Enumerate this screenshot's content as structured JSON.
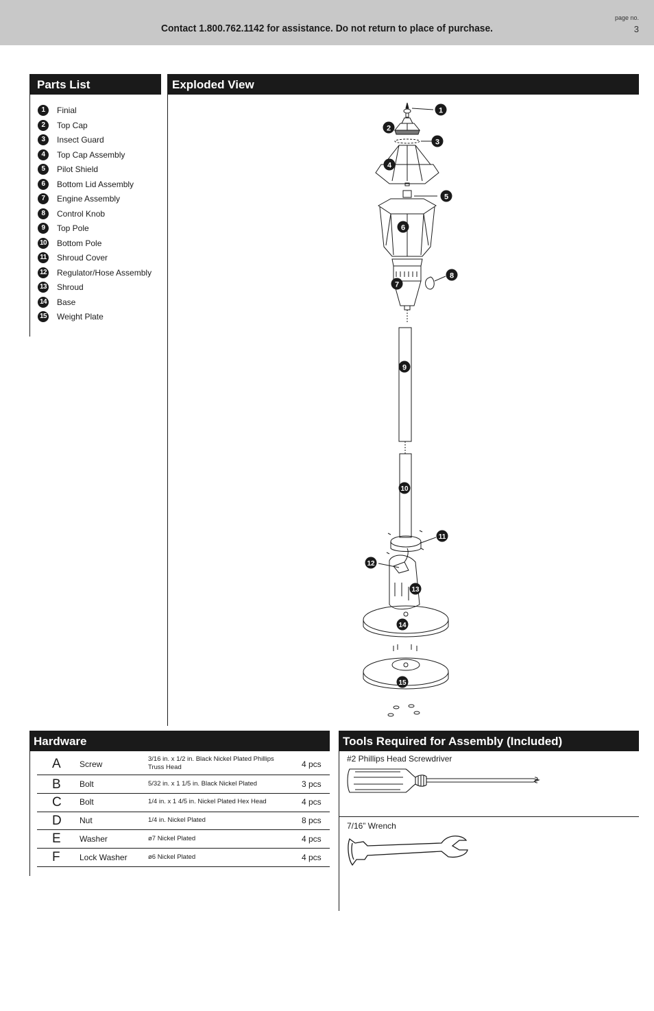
{
  "header": {
    "contact": "Contact 1.800.762.1142 for assistance. Do not return to place of purchase.",
    "page_label": "page no.",
    "page_number": "3"
  },
  "parts_list": {
    "title": "Parts List",
    "items": [
      {
        "number": "1",
        "name": "Finial"
      },
      {
        "number": "2",
        "name": "Top Cap"
      },
      {
        "number": "3",
        "name": "Insect Guard"
      },
      {
        "number": "4",
        "name": "Top Cap Assembly"
      },
      {
        "number": "5",
        "name": "Pilot Shield"
      },
      {
        "number": "6",
        "name": "Bottom Lid Assembly"
      },
      {
        "number": "7",
        "name": "Engine Assembly"
      },
      {
        "number": "8",
        "name": "Control Knob"
      },
      {
        "number": "9",
        "name": "Top Pole"
      },
      {
        "number": "10",
        "name": "Bottom Pole"
      },
      {
        "number": "11",
        "name": "Shroud Cover"
      },
      {
        "number": "12",
        "name": "Regulator/Hose Assembly"
      },
      {
        "number": "13",
        "name": "Shroud"
      },
      {
        "number": "14",
        "name": "Base"
      },
      {
        "number": "15",
        "name": "Weight Plate"
      }
    ]
  },
  "exploded_view": {
    "title": "Exploded View",
    "callouts": [
      "1",
      "2",
      "3",
      "4",
      "5",
      "6",
      "7",
      "8",
      "9",
      "10",
      "11",
      "12",
      "13",
      "14",
      "15"
    ]
  },
  "hardware": {
    "title": "Hardware",
    "rows": [
      {
        "letter": "A",
        "name": "Screw",
        "description": "3/16 in. x 1/2 in. Black Nickel Plated Phillips Truss Head",
        "qty": "4 pcs"
      },
      {
        "letter": "B",
        "name": "Bolt",
        "description": "5/32 in. x 1 1/5 in. Black Nickel Plated",
        "qty": "3 pcs"
      },
      {
        "letter": "C",
        "name": "Bolt",
        "description": "1/4 in. x 1 4/5 in. Nickel Plated Hex Head",
        "qty": "4 pcs"
      },
      {
        "letter": "D",
        "name": "Nut",
        "description": "1/4 in. Nickel Plated",
        "qty": "8 pcs"
      },
      {
        "letter": "E",
        "name": "Washer",
        "description": "ø7 Nickel Plated",
        "qty": "4 pcs"
      },
      {
        "letter": "F",
        "name": "Lock Washer",
        "description": "ø6 Nickel Plated",
        "qty": "4 pcs"
      }
    ]
  },
  "tools": {
    "title": "Tools Required for Assembly (Included)",
    "items": [
      {
        "name": "#2 Phillips Head Screwdriver",
        "icon": "screwdriver-icon"
      },
      {
        "name": "7/16” Wrench",
        "icon": "wrench-icon"
      }
    ]
  }
}
